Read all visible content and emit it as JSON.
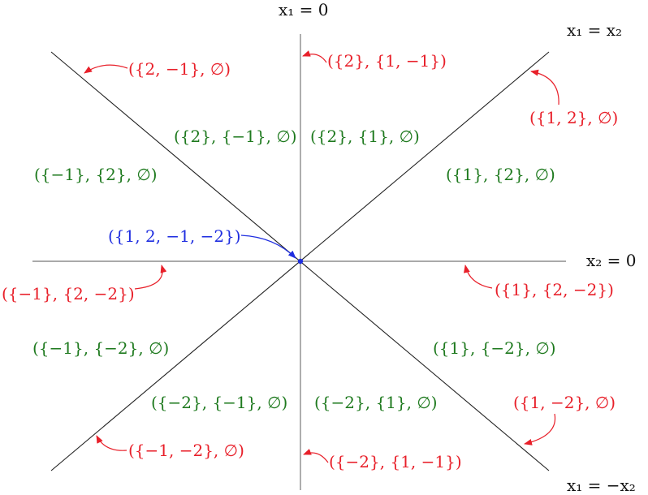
{
  "colors": {
    "line_labels": "#111111",
    "chamber_labels": "#1f7a1f",
    "face_labels": "#e8202a",
    "origin_label": "#1f2ee0"
  },
  "lines": {
    "vertical": "x₁ = 0",
    "horizontal": "x₂ = 0",
    "diag_up": "x₁ = x₂",
    "diag_down": "x₁ = −x₂"
  },
  "chambers": {
    "top_left": "({2}, {−1}, ∅)",
    "top_right": "({2}, {1}, ∅)",
    "left_upper": "({−1}, {2}, ∅)",
    "right_upper": "({1}, {2}, ∅)",
    "left_lower": "({−1}, {−2}, ∅)",
    "right_lower": "({1}, {−2}, ∅)",
    "bottom_left": "({−2}, {−1}, ∅)",
    "bottom_right": "({−2}, {1}, ∅)"
  },
  "faces": {
    "top_diag_left": "({2, −1}, ∅)",
    "top_vertical": "({2}, {1, −1})",
    "top_diag_right": "({1, 2}, ∅)",
    "left_horizontal": "({−1}, {2, −2})",
    "right_horizontal": "({1}, {2, −2})",
    "bottom_diag_right": "({1, −2}, ∅)",
    "bottom_diag_left": "({−1, −2}, ∅)",
    "bottom_vertical": "({−2}, {1, −1})"
  },
  "origin": {
    "label": "({1, 2, −1, −2})"
  }
}
